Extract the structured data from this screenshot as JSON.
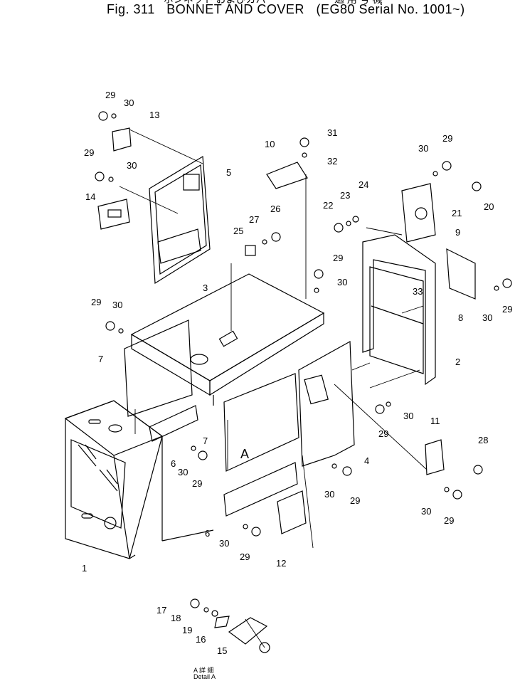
{
  "header": {
    "figure": "Fig. 311",
    "title": "BONNET AND COVER",
    "serial": "(EG80 Serial No. 1001~)",
    "jp_title": "ボンネット およびカバー",
    "jp_serial": "適 用 号 機"
  },
  "parts": [
    {
      "id": "p29a",
      "no": "29"
    },
    {
      "id": "p30a",
      "no": "30"
    },
    {
      "id": "p13",
      "no": "13"
    },
    {
      "id": "p29b",
      "no": "29"
    },
    {
      "id": "p30b",
      "no": "30"
    },
    {
      "id": "p14",
      "no": "14"
    },
    {
      "id": "p5",
      "no": "5"
    },
    {
      "id": "p10",
      "no": "10"
    },
    {
      "id": "p31",
      "no": "31"
    },
    {
      "id": "p32",
      "no": "32"
    },
    {
      "id": "p30c",
      "no": "30"
    },
    {
      "id": "p29c",
      "no": "29"
    },
    {
      "id": "p20",
      "no": "20"
    },
    {
      "id": "p22",
      "no": "22"
    },
    {
      "id": "p23",
      "no": "23"
    },
    {
      "id": "p24",
      "no": "24"
    },
    {
      "id": "p21",
      "no": "21"
    },
    {
      "id": "p9",
      "no": "9"
    },
    {
      "id": "p27",
      "no": "27"
    },
    {
      "id": "p26",
      "no": "26"
    },
    {
      "id": "p25",
      "no": "25"
    },
    {
      "id": "p3",
      "no": "3"
    },
    {
      "id": "p29d",
      "no": "29"
    },
    {
      "id": "p30d",
      "no": "30"
    },
    {
      "id": "p33",
      "no": "33"
    },
    {
      "id": "p29e",
      "no": "29"
    },
    {
      "id": "p30e",
      "no": "30"
    },
    {
      "id": "p8",
      "no": "8"
    },
    {
      "id": "p30f",
      "no": "30"
    },
    {
      "id": "p29f",
      "no": "29"
    },
    {
      "id": "p7a",
      "no": "7"
    },
    {
      "id": "p2",
      "no": "2"
    },
    {
      "id": "p30g",
      "no": "30"
    },
    {
      "id": "p29g",
      "no": "29"
    },
    {
      "id": "p11",
      "no": "11"
    },
    {
      "id": "p28",
      "no": "28"
    },
    {
      "id": "p7b",
      "no": "7"
    },
    {
      "id": "p6a",
      "no": "6"
    },
    {
      "id": "p30h",
      "no": "30"
    },
    {
      "id": "p29h",
      "no": "29"
    },
    {
      "id": "pA",
      "no": "A"
    },
    {
      "id": "p4",
      "no": "4"
    },
    {
      "id": "p30i",
      "no": "30"
    },
    {
      "id": "p29i",
      "no": "29"
    },
    {
      "id": "p30j",
      "no": "30"
    },
    {
      "id": "p29j",
      "no": "29"
    },
    {
      "id": "p6b",
      "no": "6"
    },
    {
      "id": "p30k",
      "no": "30"
    },
    {
      "id": "p29k",
      "no": "29"
    },
    {
      "id": "p12",
      "no": "12"
    },
    {
      "id": "p1",
      "no": "1"
    },
    {
      "id": "p17",
      "no": "17"
    },
    {
      "id": "p18",
      "no": "18"
    },
    {
      "id": "p19",
      "no": "19"
    },
    {
      "id": "p16",
      "no": "16"
    },
    {
      "id": "p15",
      "no": "15"
    }
  ],
  "detail": {
    "jp": "A 詳 細",
    "en": "Detail A"
  }
}
